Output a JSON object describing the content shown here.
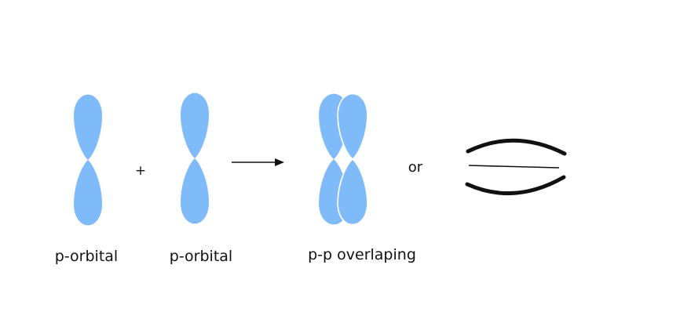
{
  "labels": {
    "orbital_1": "p-orbital",
    "orbital_2": "p-orbital",
    "overlap": "p-p overlaping"
  },
  "operators": {
    "plus": "+",
    "or": "or"
  },
  "colors": {
    "lobe_fill": "#80bbf9",
    "lobe_edge": "#ffffff",
    "ink": "#111111"
  }
}
